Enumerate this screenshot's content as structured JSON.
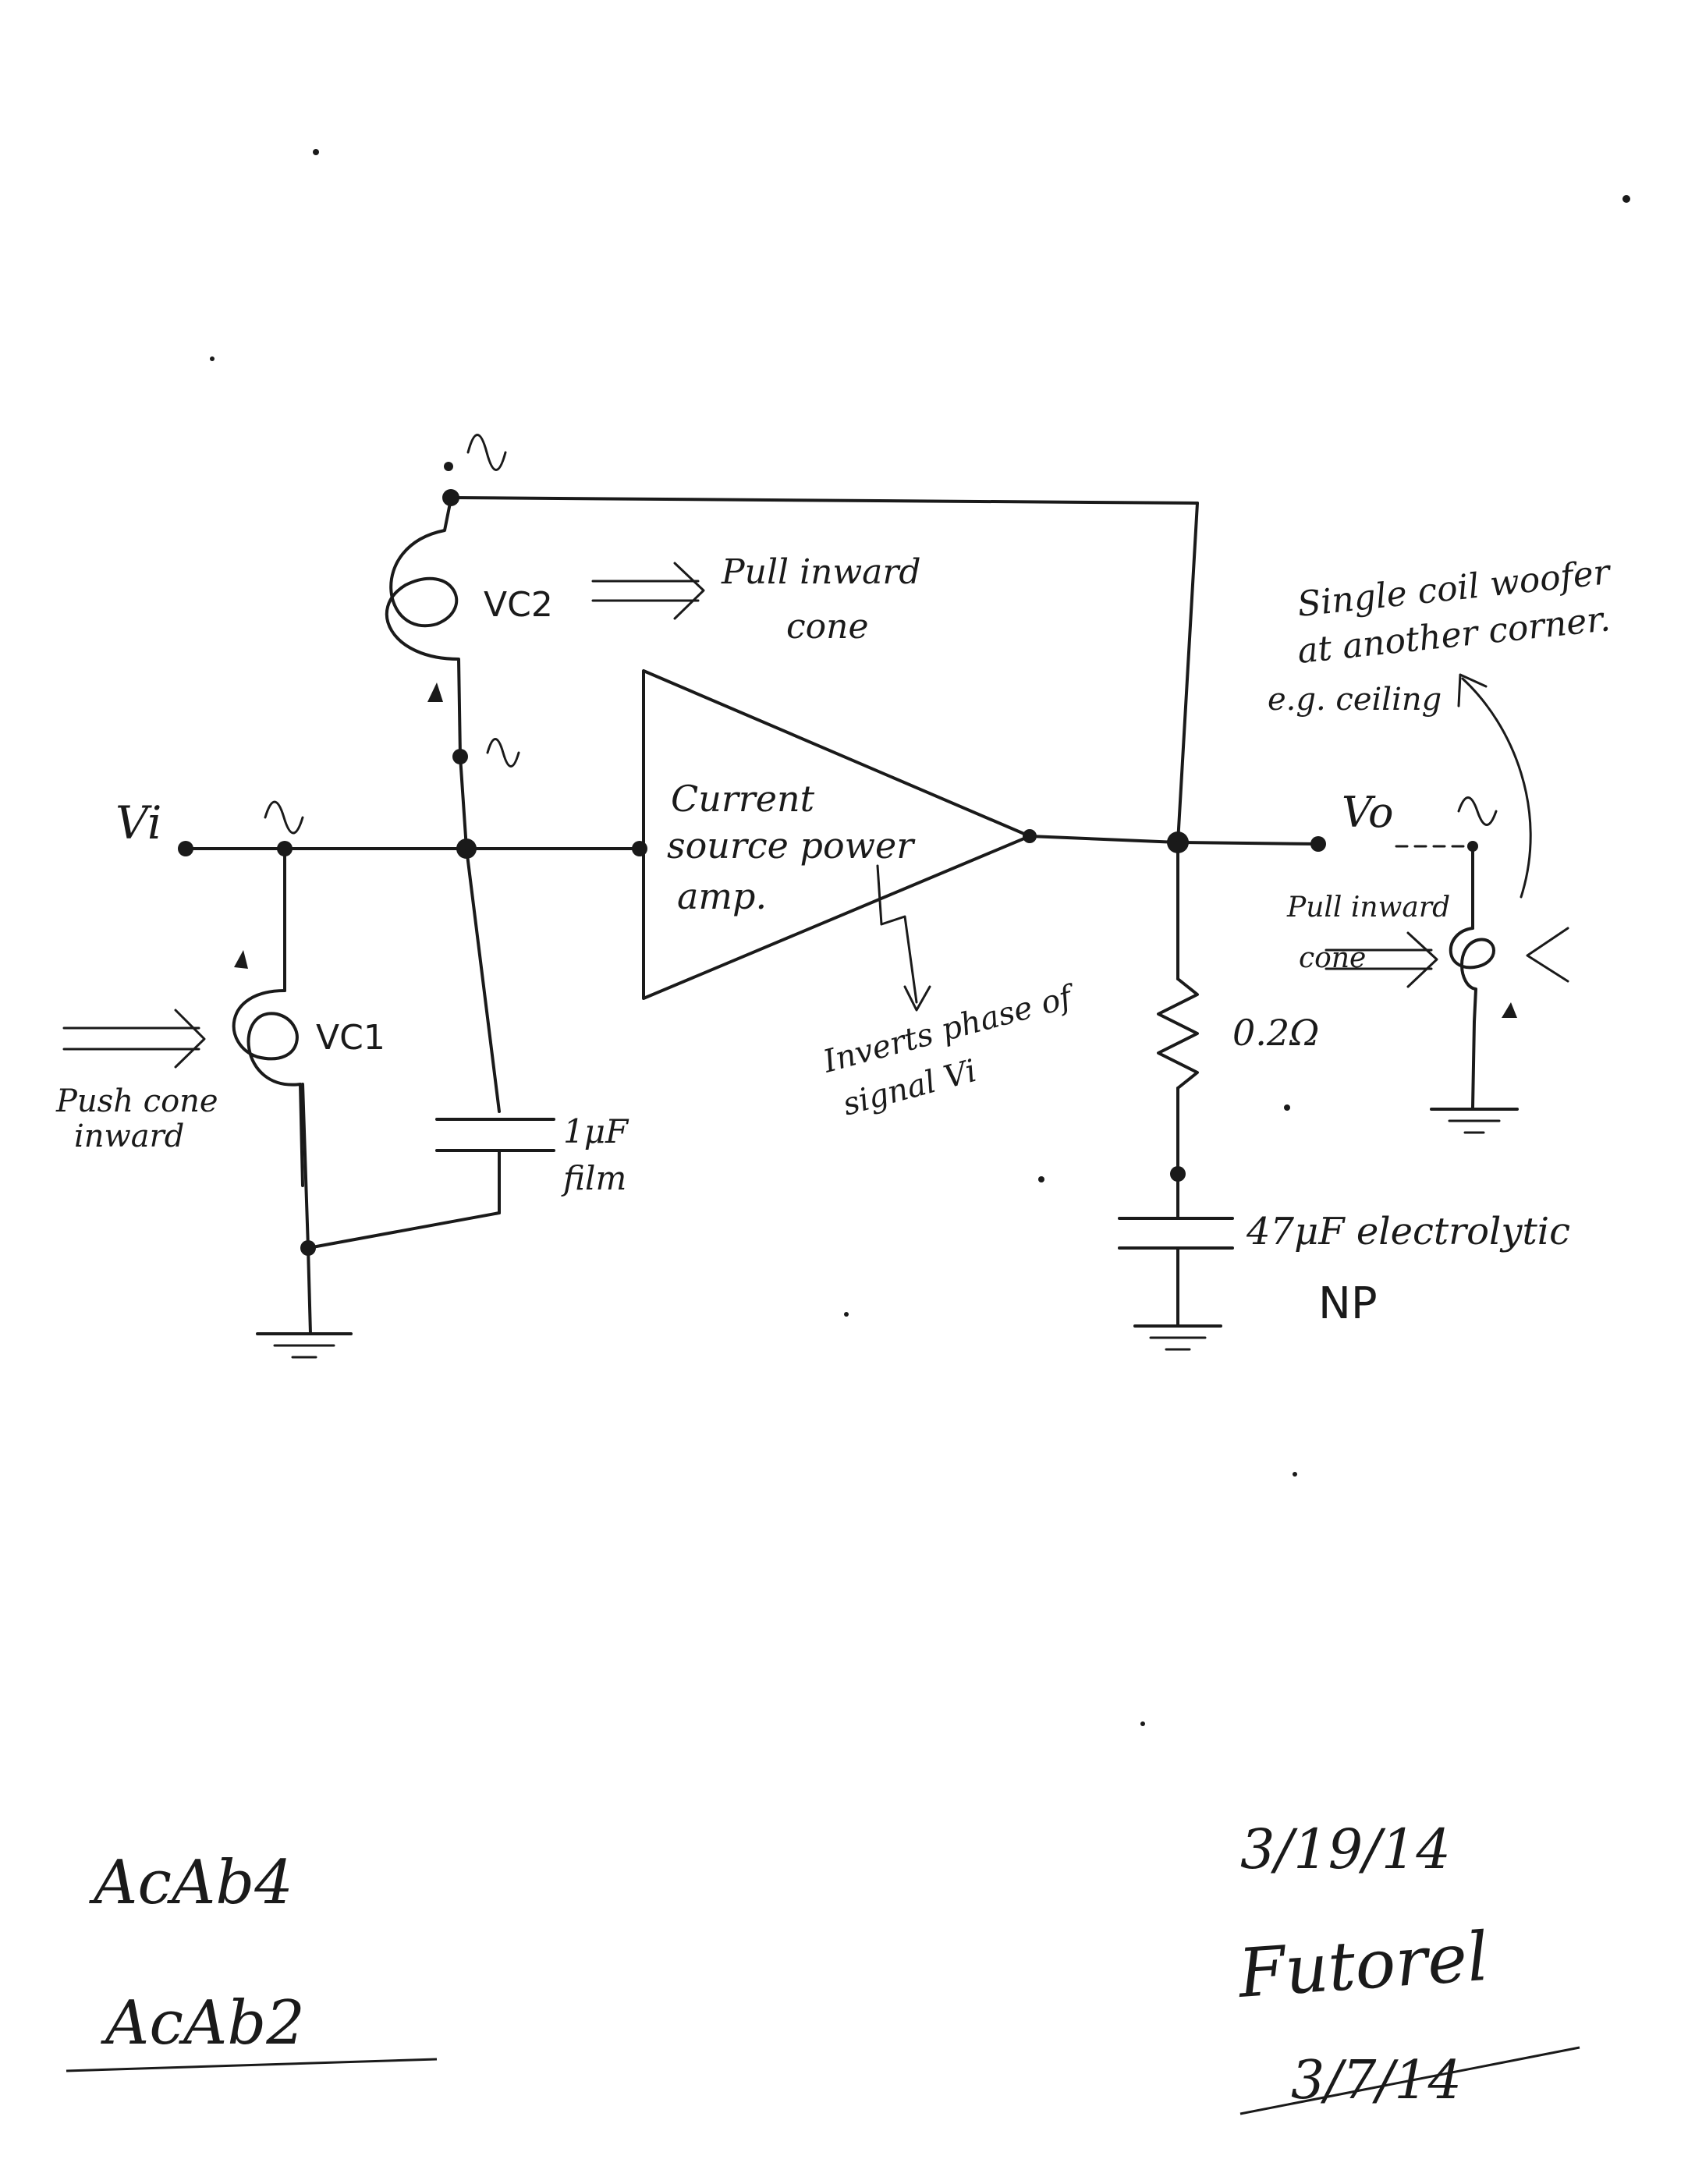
{
  "labels": {
    "vi": "Vi",
    "vo": "Vo",
    "vc1": "VC1",
    "vc2": "VC2",
    "vc2_note_line1": "Pull inward",
    "vc2_note_line2": "cone",
    "amp_line1": "Current",
    "amp_line2": "source power",
    "amp_line3": "amp.",
    "invert_line1": "Inverts phase of",
    "invert_line2": "signal Vi",
    "push_line1": "Push cone",
    "push_line2": "inward",
    "cap1_line1": "1μF",
    "cap1_line2": "film",
    "resistor": "0.2Ω",
    "cap2_line1": "47μF electrolytic",
    "cap2_line2": "NP",
    "woofer_line1": "Single coil woofer",
    "woofer_line2": "at another corner.",
    "woofer_line3": "e.g. ceiling",
    "woofer_pull_line1": "Pull inward",
    "woofer_pull_line2": "cone",
    "ref_current": "AcAb4",
    "ref_old": "AcAb2",
    "date_current": "3/19/14",
    "signature": "Futorel",
    "date_old": "3/7/14"
  },
  "colors": {
    "ink": "#1a1a1a",
    "paper": "#ffffff"
  }
}
